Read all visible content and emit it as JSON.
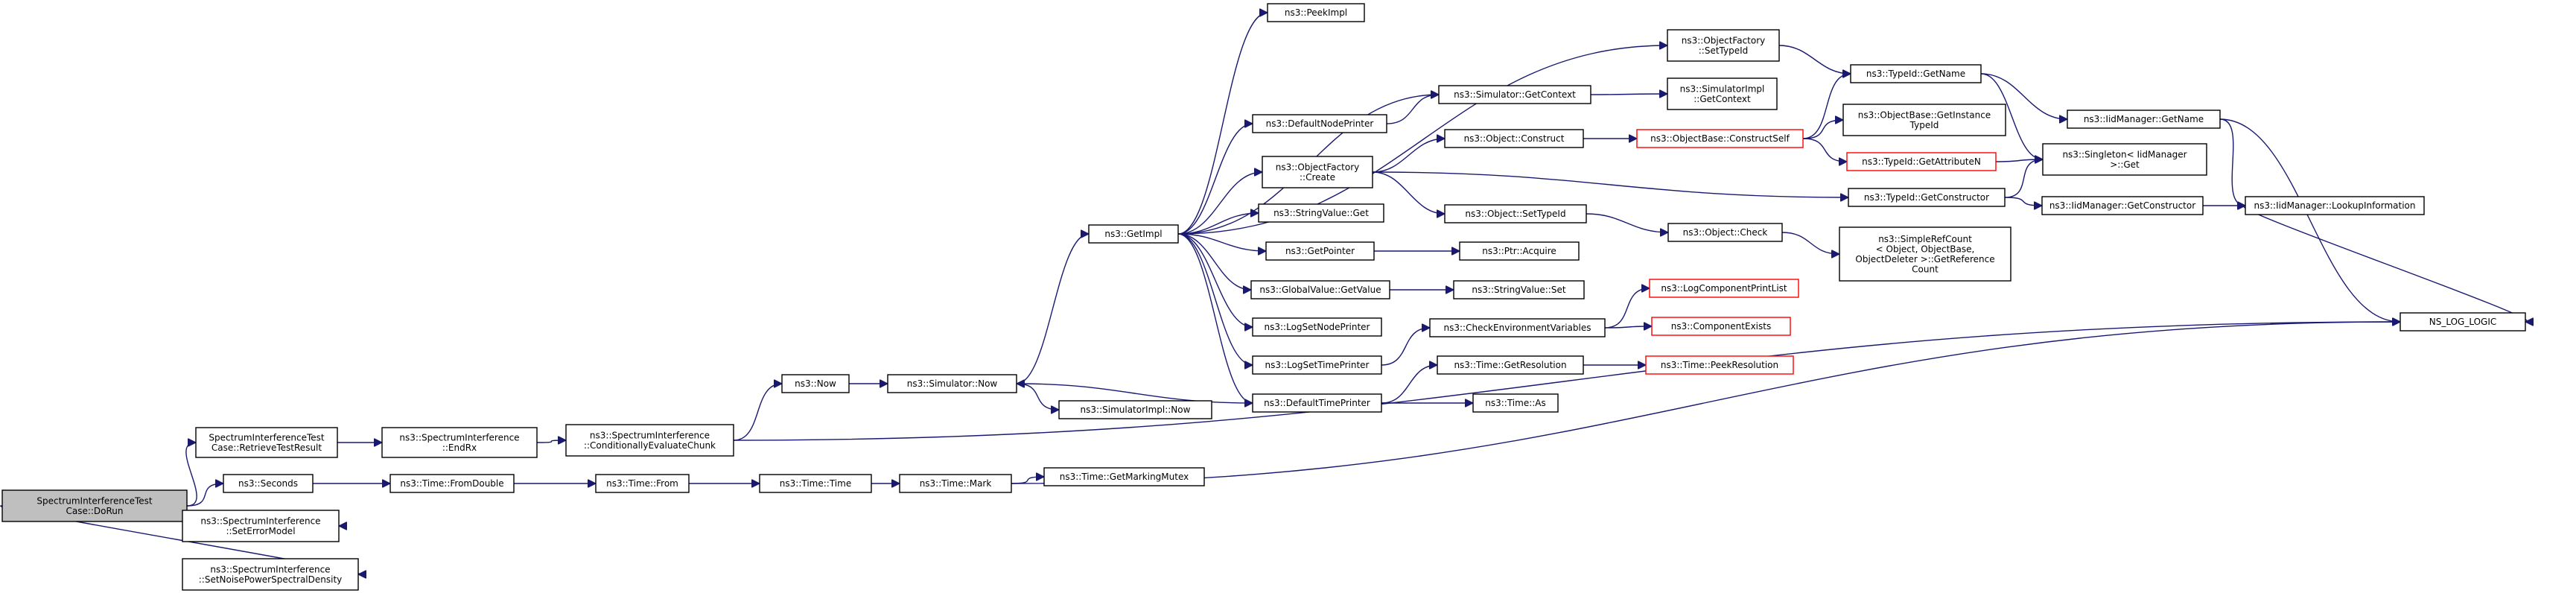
{
  "nodes": {
    "doRun": [
      "SpectrumInterferenceTest",
      "Case::DoRun"
    ],
    "retrieve": [
      "SpectrumInterferenceTest",
      "Case::RetrieveTestResult"
    ],
    "seconds": [
      "ns3::Seconds"
    ],
    "setError": [
      "ns3::SpectrumInterference",
      "::SetErrorModel"
    ],
    "setNoise": [
      "ns3::SpectrumInterference",
      "::SetNoisePowerSpectralDensity"
    ],
    "endRx": [
      "ns3::SpectrumInterference",
      "::EndRx"
    ],
    "fromDouble": [
      "ns3::Time::FromDouble"
    ],
    "condEval": [
      "ns3::SpectrumInterference",
      "::ConditionallyEvaluateChunk"
    ],
    "from": [
      "ns3::Time::From"
    ],
    "now": [
      "ns3::Now"
    ],
    "timeTime": [
      "ns3::Time::Time"
    ],
    "simNow": [
      "ns3::Simulator::Now"
    ],
    "mark": [
      "ns3::Time::Mark"
    ],
    "getImpl": [
      "ns3::GetImpl"
    ],
    "simImplNow": [
      "ns3::SimulatorImpl::Now"
    ],
    "getMarkingMutex": [
      "ns3::Time::GetMarkingMutex"
    ],
    "peekImpl": [
      "ns3::PeekImpl"
    ],
    "defaultNodePrinter": [
      "ns3::DefaultNodePrinter"
    ],
    "ofCreate": [
      "ns3::ObjectFactory",
      "::Create"
    ],
    "stringValueGet": [
      "ns3::StringValue::Get"
    ],
    "getPointer": [
      "ns3::GetPointer"
    ],
    "globalValueGet": [
      "ns3::GlobalValue::GetValue"
    ],
    "logSetNodePrinter": [
      "ns3::LogSetNodePrinter"
    ],
    "logSetTimePrinter": [
      "ns3::LogSetTimePrinter"
    ],
    "defaultTimePrinter": [
      "ns3::DefaultTimePrinter"
    ],
    "ofSetTypeId": [
      "ns3::ObjectFactory",
      "::SetTypeId"
    ],
    "simGetContext": [
      "ns3::Simulator::GetContext"
    ],
    "objectConstruct": [
      "ns3::Object::Construct"
    ],
    "objectSetTypeId": [
      "ns3::Object::SetTypeId"
    ],
    "ptrAcquire": [
      "ns3::Ptr::Acquire"
    ],
    "stringValueSet": [
      "ns3::StringValue::Set"
    ],
    "checkEnv": [
      "ns3::CheckEnvironmentVariables"
    ],
    "timeGetResolution": [
      "ns3::Time::GetResolution"
    ],
    "timeAs": [
      "ns3::Time::As"
    ],
    "simImplGetContext": [
      "ns3::SimulatorImpl",
      "::GetContext"
    ],
    "constructSelf": [
      "ns3::ObjectBase::ConstructSelf"
    ],
    "objectCheck": [
      "ns3::Object::Check"
    ],
    "logComponentPrintList": [
      "ns3::LogComponentPrintList"
    ],
    "componentExists": [
      "ns3::ComponentExists"
    ],
    "peekResolution": [
      "ns3::Time::PeekResolution"
    ],
    "typeIdGetName": [
      "ns3::TypeId::GetName"
    ],
    "getInstanceTypeId": [
      "ns3::ObjectBase::GetInstance",
      "TypeId"
    ],
    "getAttributeN": [
      "ns3::TypeId::GetAttributeN"
    ],
    "typeIdGetConstructor": [
      "ns3::TypeId::GetConstructor"
    ],
    "simpleRefCount": [
      "ns3::SimpleRefCount",
      "< Object, ObjectBase,",
      "ObjectDeleter >::GetReference",
      "Count"
    ],
    "iidGetName": [
      "ns3::IidManager::GetName"
    ],
    "singletonGet": [
      "ns3::Singleton< IidManager",
      " >::Get"
    ],
    "iidGetConstructor": [
      "ns3::IidManager::GetConstructor"
    ],
    "lookupInfo": [
      "ns3::IidManager::LookupInformation"
    ],
    "nsLogLogic": [
      "NS_LOG_LOGIC"
    ]
  },
  "edges": [
    [
      "doRun",
      "retrieve"
    ],
    [
      "doRun",
      "seconds"
    ],
    [
      "doRun",
      "setError"
    ],
    [
      "doRun",
      "setNoise"
    ],
    [
      "retrieve",
      "endRx"
    ],
    [
      "endRx",
      "condEval"
    ],
    [
      "condEval",
      "now"
    ],
    [
      "condEval",
      "nsLogLogic"
    ],
    [
      "seconds",
      "fromDouble"
    ],
    [
      "fromDouble",
      "from"
    ],
    [
      "from",
      "timeTime"
    ],
    [
      "timeTime",
      "mark"
    ],
    [
      "mark",
      "getMarkingMutex"
    ],
    [
      "mark",
      "nsLogLogic"
    ],
    [
      "now",
      "simNow"
    ],
    [
      "simNow",
      "getImpl"
    ],
    [
      "simNow",
      "simImplNow"
    ],
    [
      "getImpl",
      "peekImpl"
    ],
    [
      "getImpl",
      "ofSetTypeId"
    ],
    [
      "getImpl",
      "simGetContext"
    ],
    [
      "getImpl",
      "defaultNodePrinter"
    ],
    [
      "getImpl",
      "ofCreate"
    ],
    [
      "getImpl",
      "stringValueGet"
    ],
    [
      "getImpl",
      "getPointer"
    ],
    [
      "getImpl",
      "globalValueGet"
    ],
    [
      "getImpl",
      "logSetNodePrinter"
    ],
    [
      "getImpl",
      "logSetTimePrinter"
    ],
    [
      "getImpl",
      "defaultTimePrinter"
    ],
    [
      "defaultNodePrinter",
      "simGetContext"
    ],
    [
      "defaultTimePrinter",
      "simNow"
    ],
    [
      "defaultTimePrinter",
      "timeGetResolution"
    ],
    [
      "defaultTimePrinter",
      "timeAs"
    ],
    [
      "ofCreate",
      "objectConstruct"
    ],
    [
      "ofCreate",
      "objectSetTypeId"
    ],
    [
      "ofCreate",
      "typeIdGetConstructor"
    ],
    [
      "getPointer",
      "ptrAcquire"
    ],
    [
      "globalValueGet",
      "stringValueSet"
    ],
    [
      "logSetTimePrinter",
      "checkEnv"
    ],
    [
      "checkEnv",
      "logComponentPrintList"
    ],
    [
      "checkEnv",
      "componentExists"
    ],
    [
      "timeGetResolution",
      "peekResolution"
    ],
    [
      "simGetContext",
      "simImplGetContext"
    ],
    [
      "ofSetTypeId",
      "typeIdGetName"
    ],
    [
      "objectConstruct",
      "constructSelf"
    ],
    [
      "objectSetTypeId",
      "objectCheck"
    ],
    [
      "objectCheck",
      "simpleRefCount"
    ],
    [
      "constructSelf",
      "typeIdGetName"
    ],
    [
      "constructSelf",
      "getInstanceTypeId"
    ],
    [
      "constructSelf",
      "getAttributeN"
    ],
    [
      "getAttributeN",
      "singletonGet"
    ],
    [
      "typeIdGetName",
      "iidGetName"
    ],
    [
      "typeIdGetName",
      "singletonGet"
    ],
    [
      "typeIdGetConstructor",
      "singletonGet"
    ],
    [
      "typeIdGetConstructor",
      "iidGetConstructor"
    ],
    [
      "iidGetName",
      "lookupInfo"
    ],
    [
      "iidGetName",
      "nsLogLogic"
    ],
    [
      "iidGetConstructor",
      "lookupInfo"
    ],
    [
      "lookupInfo",
      "nsLogLogic"
    ]
  ],
  "colors": {
    "edge": "#191970",
    "node_border": "#000000",
    "node_border_incomplete": "#ff0000",
    "root_fill": "#bfbfbf"
  }
}
